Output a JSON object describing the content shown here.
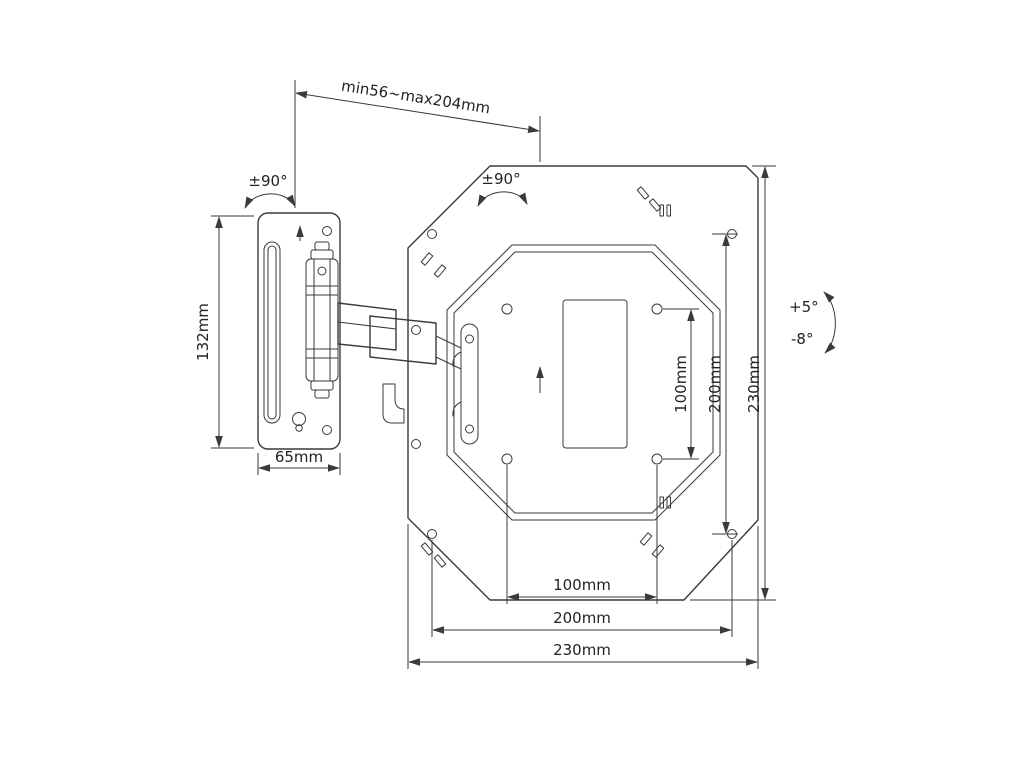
{
  "drawing": {
    "subject": "Articulating TV wall mount - dimensional technical drawing",
    "colors": {
      "line": "#3a3a3a",
      "text": "#222222",
      "background": "#ffffff"
    },
    "labels": {
      "extension_range": "min56~max204mm",
      "swivel_wall": "±90°",
      "swivel_head": "±90°",
      "tilt_up": "+5°",
      "tilt_down": "-8°",
      "wall_plate_height": "132mm",
      "wall_plate_width": "65mm",
      "vesa_height_100": "100mm",
      "vesa_height_200": "200mm",
      "plate_height_230": "230mm",
      "vesa_width_100": "100mm",
      "vesa_width_200": "200mm",
      "plate_width_230": "230mm"
    }
  }
}
